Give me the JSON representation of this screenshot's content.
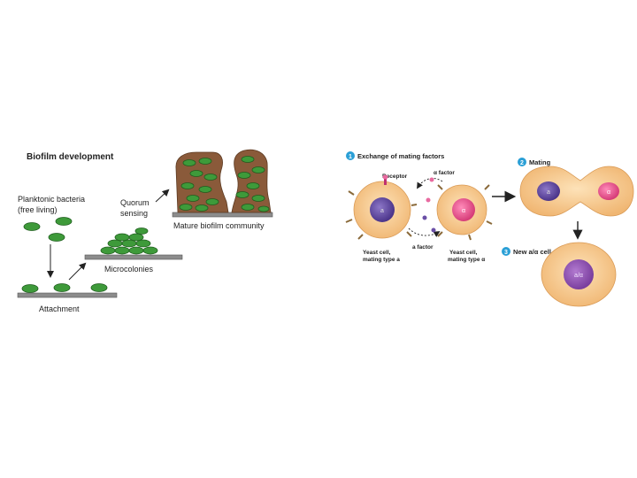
{
  "biofilm": {
    "title": "Biofilm development",
    "planktonic_line1": "Planktonic bacteria",
    "planktonic_line2": "(free living)",
    "attachment": "Attachment",
    "microcolonies": "Microcolonies",
    "quorum_line1": "Quorum",
    "quorum_line2": "sensing",
    "mature": "Mature biofilm community"
  },
  "mating": {
    "step1_num": "1",
    "step1_label": "Exchange of mating factors",
    "step2_num": "2",
    "step2_label": "Mating",
    "step3_num": "3",
    "step3_label": "New a/α cell",
    "receptor": "Receptor",
    "alpha_factor": "α factor",
    "a_factor": "a factor",
    "cell_a_line1": "Yeast cell,",
    "cell_a_line2": "mating type a",
    "cell_alpha_line1": "Yeast cell,",
    "cell_alpha_line2": "mating type α",
    "nucleus_a": "a",
    "nucleus_alpha": "α",
    "nucleus_a2": "a",
    "nucleus_alpha2": "α",
    "nucleus_aalpha": "a/α"
  },
  "colors": {
    "bacteria_green": "#3e9a3a",
    "biofilm_brown": "#8a5a3a",
    "cell_orange": "#f6c98a",
    "nucleus_purple": "#6a4fa6",
    "nucleus_pink": "#e04d8a",
    "step_blue": "#2a9fd6"
  }
}
